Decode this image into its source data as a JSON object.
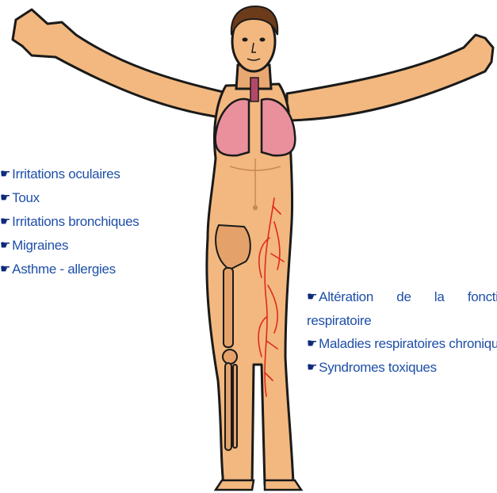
{
  "colors": {
    "text": "#1e4fa8",
    "bullet": "#0c2a7a",
    "skin": "#f2b87f",
    "lungs": "#e9909c",
    "vessels": "#e0291b",
    "bones": "#e4a26a",
    "outline": "#1a1a1a"
  },
  "bullet_icon": "pointing-hand-icon",
  "bullet_glyph": "☛",
  "left_effects": [
    "Irritations oculaires",
    "Toux",
    "Irritations bronchiques",
    "Migraines",
    "Asthme - allergies"
  ],
  "right_effects": [
    "Altération de la fonction respiratoire",
    "Maladies respiratoires chroniques",
    "Syndromes toxiques"
  ]
}
